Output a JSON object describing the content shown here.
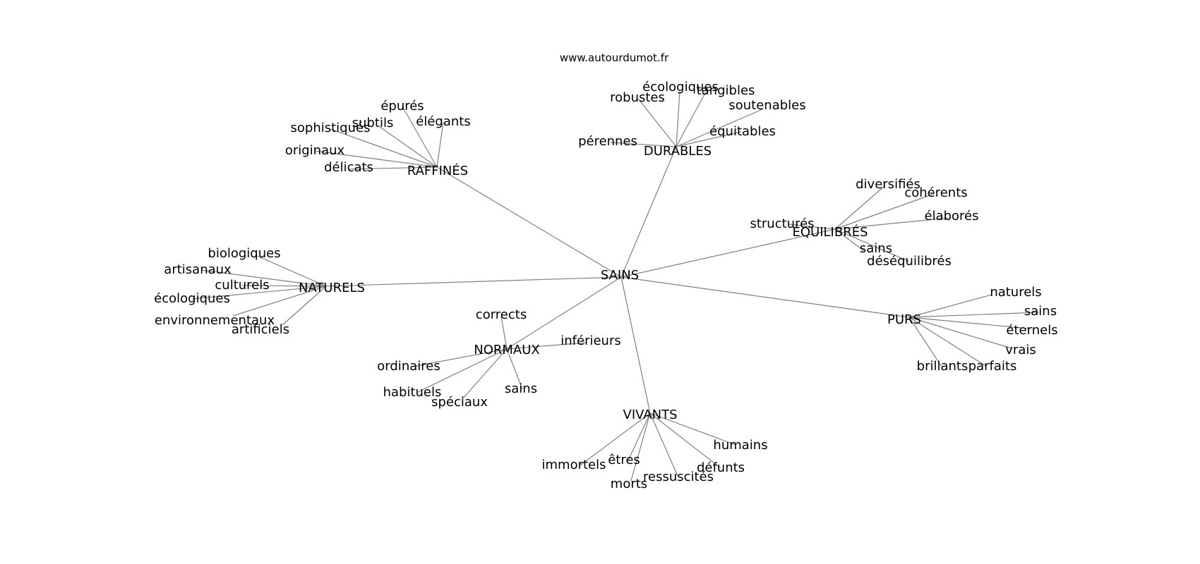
{
  "site": "www.autourdumot.fr",
  "center": {
    "id": "sains-center",
    "label": "SAINS"
  },
  "groups": [
    {
      "id": "raffines",
      "label": "RAFFINÉS",
      "words": [
        "épurés",
        "subtils",
        "sophistiqués",
        "élégants",
        "originaux",
        "délicats"
      ]
    },
    {
      "id": "durables",
      "label": "DURABLES",
      "words": [
        "écologiques",
        "tangibles",
        "robustes",
        "soutenables",
        "pérennes",
        "équitables"
      ]
    },
    {
      "id": "equilibres",
      "label": "ÉQUILIBRÉS",
      "words": [
        "diversifiés",
        "cohérents",
        "élaborés",
        "structurés",
        "sains",
        "déséquilibrés"
      ]
    },
    {
      "id": "naturels",
      "label": "NATURELS",
      "words": [
        "biologiques",
        "artisanaux",
        "culturels",
        "écologiques",
        "environnementaux",
        "artificiels"
      ]
    },
    {
      "id": "normaux",
      "label": "NORMAUX",
      "words": [
        "corrects",
        "inférieurs",
        "ordinaires",
        "habituels",
        "spéciaux",
        "sains"
      ]
    },
    {
      "id": "purs",
      "label": "PURS",
      "words": [
        "naturels",
        "sains",
        "éternels",
        "vrais",
        "brillants",
        "parfaits"
      ]
    },
    {
      "id": "vivants",
      "label": "VIVANTS",
      "words": [
        "humains",
        "immortels",
        "êtres",
        "défunts",
        "ressuscités",
        "morts"
      ]
    }
  ]
}
